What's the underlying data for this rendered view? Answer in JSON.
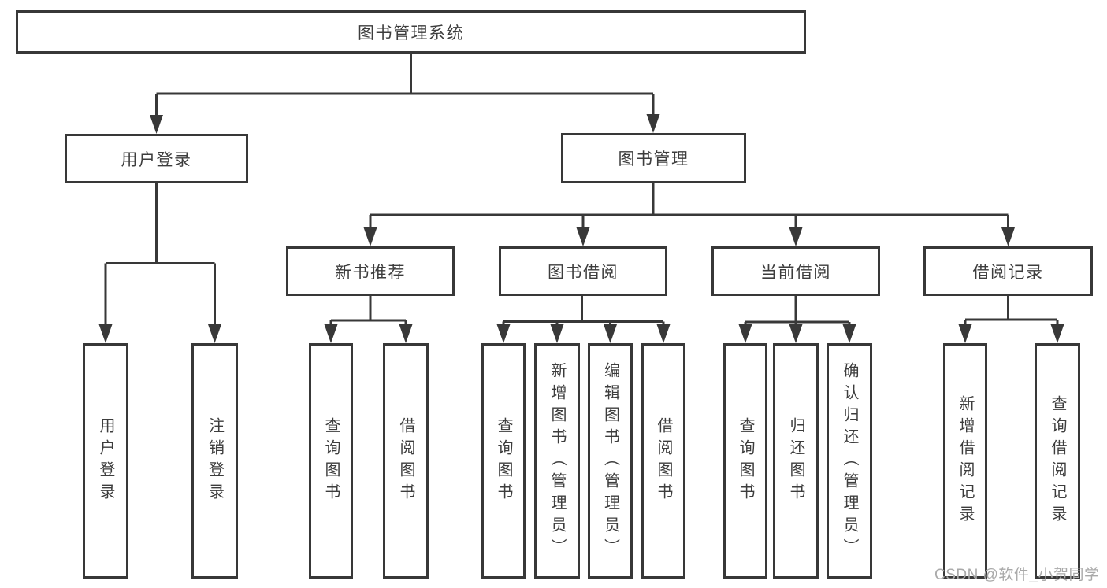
{
  "diagram": {
    "root": "图书管理系统",
    "branches": [
      {
        "label": "用户登录",
        "children": [
          "用户登录",
          "注销登录"
        ]
      },
      {
        "label": "图书管理",
        "sections": [
          {
            "label": "新书推荐",
            "children": [
              "查询图书",
              "借阅图书"
            ]
          },
          {
            "label": "图书借阅",
            "children": [
              "查询图书",
              "新增图书（管理员）",
              "编辑图书（管理员）",
              "借阅图书"
            ]
          },
          {
            "label": "当前借阅",
            "children": [
              "查询图书",
              "归还图书",
              "确认归还（管理员）"
            ]
          },
          {
            "label": "借阅记录",
            "children": [
              "新增借阅记录",
              "查询借阅记录"
            ]
          }
        ]
      }
    ],
    "watermark": "CSDN @软件_小贺同学",
    "colors": {
      "line": "#383838",
      "text": "#3d3d3d",
      "watermark_text": "#a9a9a9",
      "background": "#ffffff"
    }
  }
}
